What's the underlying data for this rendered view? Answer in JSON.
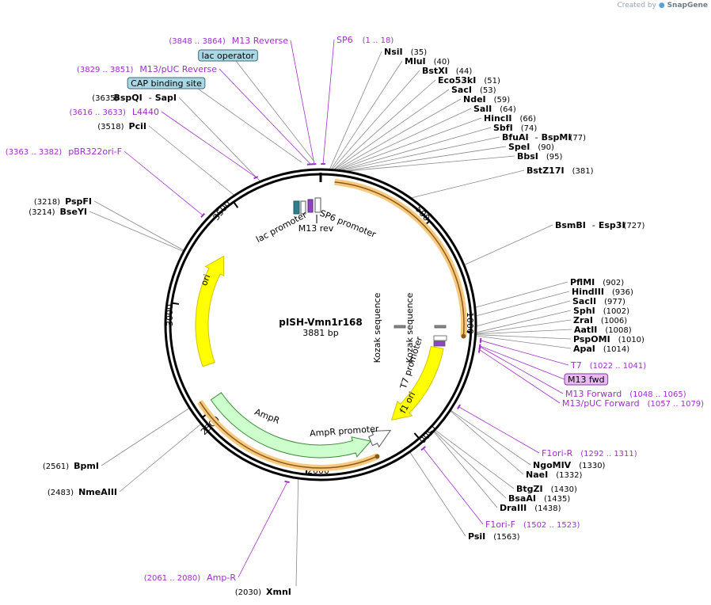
{
  "watermark": {
    "prefix": "Created by",
    "brand": "SnapGene"
  },
  "plasmid": {
    "name": "pISH-Vmn1r168",
    "size": "3881 bp",
    "length": 3881
  },
  "colors": {
    "primer": "#9d2fc7",
    "enzyme": "#000000",
    "backbone": "#000000",
    "orange_feature": "#e08a1e",
    "yellow_feature": "#ffff00",
    "green_feature": "#ccffcc",
    "teal_feature": "#2f7e8c",
    "callout_box": "#a9d7e3",
    "primer_box": "#e8b9f2"
  },
  "ticks": [
    {
      "pos": 500,
      "label": "500"
    },
    {
      "pos": 1000,
      "label": "1000"
    },
    {
      "pos": 1500,
      "label": "1500"
    },
    {
      "pos": 2000,
      "label": "2000"
    },
    {
      "pos": 2500,
      "label": "2500"
    },
    {
      "pos": 3000,
      "label": "3000"
    },
    {
      "pos": 3500,
      "label": "3500"
    }
  ],
  "enzymes_right": [
    {
      "name": "NsiI",
      "loc": "(35)",
      "pos": 35
    },
    {
      "name": "MluI",
      "loc": "(40)",
      "pos": 40
    },
    {
      "name": "BstXI",
      "loc": "(44)",
      "pos": 44
    },
    {
      "name": "Eco53kI",
      "loc": "(51)",
      "pos": 51
    },
    {
      "name": "SacI",
      "loc": "(53)",
      "pos": 53
    },
    {
      "name": "NdeI",
      "loc": "(59)",
      "pos": 59
    },
    {
      "name": "SalI",
      "loc": "(64)",
      "pos": 64
    },
    {
      "name": "HincII",
      "loc": "(66)",
      "pos": 66
    },
    {
      "name": "SbfI",
      "loc": "(74)",
      "pos": 74
    },
    {
      "name": "BfuAI - BspMI",
      "loc": "(77)",
      "pos": 77
    },
    {
      "name": "SpeI",
      "loc": "(90)",
      "pos": 90
    },
    {
      "name": "BbsI",
      "loc": "(95)",
      "pos": 95
    },
    {
      "name": "BstZ17I",
      "loc": "(381)",
      "pos": 381
    },
    {
      "name": "BsmBI - Esp3I",
      "loc": "(727)",
      "pos": 727
    },
    {
      "name": "PflMI",
      "loc": "(902)",
      "pos": 902
    },
    {
      "name": "HindIII",
      "loc": "(936)",
      "pos": 936
    },
    {
      "name": "SacII",
      "loc": "(977)",
      "pos": 977
    },
    {
      "name": "SphI",
      "loc": "(1002)",
      "pos": 1002
    },
    {
      "name": "ZraI",
      "loc": "(1006)",
      "pos": 1006
    },
    {
      "name": "AatII",
      "loc": "(1008)",
      "pos": 1008
    },
    {
      "name": "PspOMI",
      "loc": "(1010)",
      "pos": 1010
    },
    {
      "name": "ApaI",
      "loc": "(1014)",
      "pos": 1014
    },
    {
      "name": "NgoMIV",
      "loc": "(1330)",
      "pos": 1330
    },
    {
      "name": "NaeI",
      "loc": "(1332)",
      "pos": 1332
    },
    {
      "name": "BtgZI",
      "loc": "(1430)",
      "pos": 1430
    },
    {
      "name": "BsaAI",
      "loc": "(1435)",
      "pos": 1435
    },
    {
      "name": "DraIII",
      "loc": "(1438)",
      "pos": 1438
    },
    {
      "name": "PsiI",
      "loc": "(1563)",
      "pos": 1563
    }
  ],
  "enzymes_left": [
    {
      "name": "XmnI",
      "loc": "(2030)",
      "pos": 2030
    },
    {
      "name": "NmeAIII",
      "loc": "(2483)",
      "pos": 2483
    },
    {
      "name": "BpmI",
      "loc": "(2561)",
      "pos": 2561
    },
    {
      "name": "BseYI",
      "loc": "(3214)",
      "pos": 3214
    },
    {
      "name": "PspFI",
      "loc": "(3218)",
      "pos": 3218
    },
    {
      "name": "PciI",
      "loc": "(3518)",
      "pos": 3518
    },
    {
      "name": "BspQI - SapI",
      "loc": "(3635)",
      "pos": 3635
    }
  ],
  "primers": [
    {
      "name": "SP6",
      "loc": "(1 .. 18)",
      "start": 1,
      "end": 18
    },
    {
      "name": "T7",
      "loc": "(1022 .. 1041)",
      "start": 1022,
      "end": 1041
    },
    {
      "name": "M13 fwd",
      "loc": "",
      "start": 1045,
      "end": 1061,
      "boxed": true
    },
    {
      "name": "M13 Forward",
      "loc": "(1048 .. 1065)",
      "start": 1048,
      "end": 1065
    },
    {
      "name": "M13/pUC Forward",
      "loc": "(1057 .. 1079)",
      "start": 1057,
      "end": 1079
    },
    {
      "name": "F1ori-R",
      "loc": "(1292 .. 1311)",
      "start": 1292,
      "end": 1311
    },
    {
      "name": "F1ori-F",
      "loc": "(1502 .. 1523)",
      "start": 1502,
      "end": 1523
    },
    {
      "name": "Amp-R",
      "loc": "(2061 .. 2080)",
      "start": 2061,
      "end": 2080
    },
    {
      "name": "pBR322ori-F",
      "loc": "(3363 .. 3382)",
      "start": 3363,
      "end": 3382
    },
    {
      "name": "L4440",
      "loc": "(3616 .. 3633)",
      "start": 3616,
      "end": 3633
    },
    {
      "name": "M13/pUC Reverse",
      "loc": "(3829 .. 3851)",
      "start": 3829,
      "end": 3851
    },
    {
      "name": "M13 Reverse",
      "loc": "(3848 .. 3864)",
      "start": 3848,
      "end": 3864
    }
  ],
  "callout_boxes": [
    {
      "name": "lac operator",
      "pos": 3857
    },
    {
      "name": "CAP binding site",
      "pos": 3810
    }
  ],
  "features": [
    {
      "name": "SP6 promoter",
      "start": 15,
      "end": 35
    },
    {
      "name": "M13 rev",
      "start": 3850,
      "end": 3866
    },
    {
      "name": "lac promoter",
      "start": 3770,
      "end": 3800
    },
    {
      "name": "Kozak sequence",
      "start": 1000,
      "end": 1010
    },
    {
      "name": "Kozak sequence",
      "start": 1015,
      "end": 1025
    },
    {
      "name": "T7 promoter",
      "start": 1020,
      "end": 1040
    },
    {
      "name": "f1 ori",
      "start": 1090,
      "end": 1545
    },
    {
      "name": "AmpR promoter",
      "start": 1580,
      "end": 1690
    },
    {
      "name": "AmpR",
      "start": 1690,
      "end": 2540
    },
    {
      "name": "ori",
      "start": 2700,
      "end": 3290
    }
  ]
}
